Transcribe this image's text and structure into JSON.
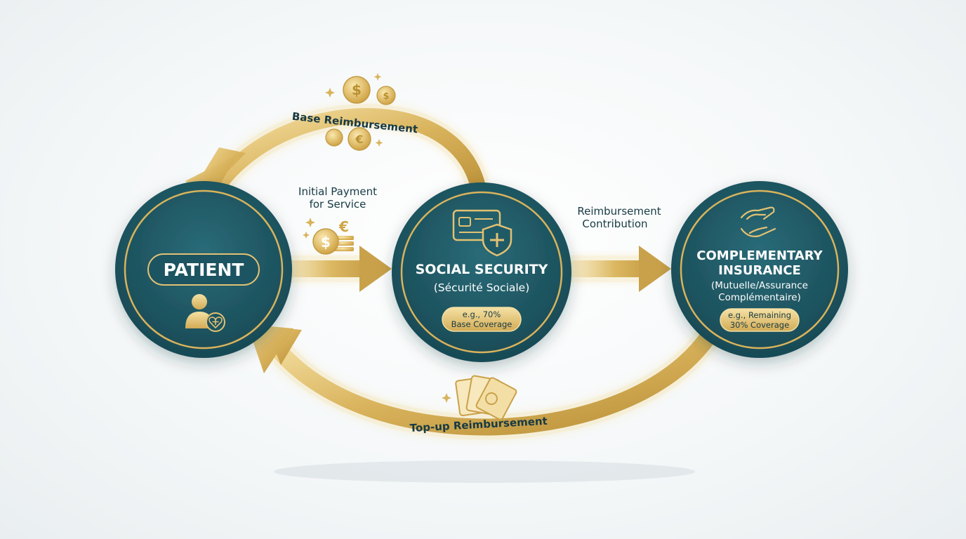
{
  "nodes": {
    "patient": {
      "label": "PATIENT"
    },
    "social_security": {
      "title": "SOCIAL SECURITY",
      "subtitle": "(Sécurité Sociale)",
      "badge_line1": "e.g., 70%",
      "badge_line2": "Base Coverage"
    },
    "complementary": {
      "title_line1": "COMPLEMENTARY",
      "title_line2": "INSURANCE",
      "subtitle_line1": "(Mutuelle/Assurance",
      "subtitle_line2": "Complémentaire)",
      "badge_line1": "e.g., Remaining",
      "badge_line2": "30% Coverage"
    }
  },
  "flows": {
    "initial_payment": {
      "line1": "Initial Payment",
      "line2": "for Service"
    },
    "reimbursement_contribution": {
      "line1": "Reimbursement",
      "line2": "Contribution"
    },
    "base_reimbursement": {
      "label": "Base Reimbursement"
    },
    "topup_reimbursement": {
      "label": "Top-up Reimbursement"
    }
  },
  "colors": {
    "teal": "#1f5a67",
    "gold": "#d9b35c",
    "dark_text": "#173a44"
  }
}
